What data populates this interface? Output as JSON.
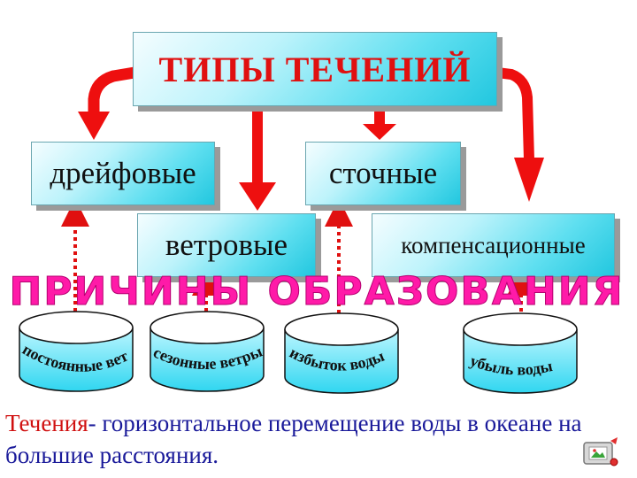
{
  "title": "ТИПЫ ТЕЧЕНИЙ",
  "types": {
    "drift": "дрейфовые",
    "runoff": "сточные",
    "wind": "ветровые",
    "compensation": "компенсационные"
  },
  "causes_title": "ПРИЧИНЫ ОБРАЗОВАНИЯ",
  "causes": [
    "постоянные ветры",
    "сезонные ветры",
    "избыток воды",
    "убыль воды"
  ],
  "definition": {
    "term": "Течения",
    "rest": "- горизонтальное перемещение воды в океане на большие расстояния."
  },
  "colors": {
    "title_text": "#e01010",
    "arrow_solid": "#ee0f0f",
    "arrow_dotted": "#e01010",
    "box_fill": "#5fdff0",
    "causes_text": "#ff1aa8",
    "definition_text": "#1a1a9a",
    "definition_term": "#d01010"
  },
  "icons": [
    "corner-image-icon"
  ]
}
